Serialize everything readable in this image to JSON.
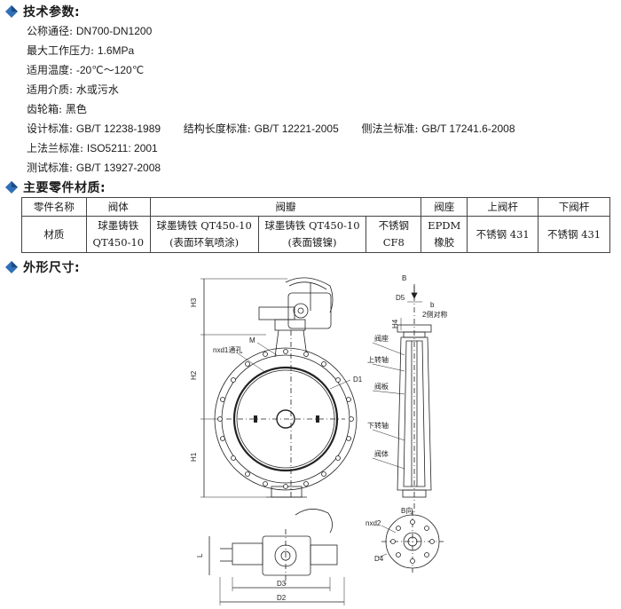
{
  "section_tech": {
    "title": "技术参数:"
  },
  "params": [
    {
      "label": "公称通径:",
      "value": "DN700-DN1200"
    },
    {
      "label": "最大工作压力:",
      "value": "1.6MPa"
    },
    {
      "label": "适用温度:",
      "value": "-20℃～120℃"
    },
    {
      "label": "适用介质:",
      "value": "水或污水"
    },
    {
      "label": "齿轮箱:",
      "value": "黑色"
    }
  ],
  "standards": {
    "design": {
      "label": "设计标准:",
      "value": "GB/T 12238-1989"
    },
    "length": {
      "label": "结构长度标准:",
      "value": "GB/T 12221-2005"
    },
    "side_flange": {
      "label": "侧法兰标准:",
      "value": "GB/T 17241.6-2008"
    },
    "top_flange": {
      "label": "上法兰标准:",
      "value": "ISO5211: 2001"
    },
    "test": {
      "label": "测试标准:",
      "value": "GB/T 13927-2008"
    }
  },
  "section_parts": {
    "title": "主要零件材质:"
  },
  "materials_table": {
    "headers": [
      "零件名称",
      "阀体",
      "阀瓣",
      "阀座",
      "上阀杆",
      "下阀杆"
    ],
    "row_label": "材质",
    "body": [
      "球墨铸铁",
      "QT450-10"
    ],
    "disc_1": [
      "球墨铸铁 QT450-10",
      "(表面环氧喷涂)"
    ],
    "disc_2": [
      "球墨铸铁 QT450-10",
      "(表面镀镍)"
    ],
    "disc_3": [
      "不锈钢",
      "CF8"
    ],
    "seat": [
      "EPDM",
      "橡胶"
    ],
    "upper_stem": "不锈钢 431",
    "lower_stem": "不锈钢 431"
  },
  "section_dims": {
    "title": "外形尺寸:"
  },
  "drawing_labels": {
    "h3": "H3",
    "h2": "H2",
    "h1": "H1",
    "m": "M",
    "holes": "nxd1通孔",
    "d1": "D1",
    "b_arrow": "B",
    "d5": "D5",
    "h4": "H4",
    "b": "b",
    "two_flats": "2侧对称",
    "seat": "阀座",
    "upper_shaft": "上转轴",
    "disc": "阀板",
    "lower_shaft": "下转轴",
    "body": "阀体",
    "b_view": "B向",
    "nxd2": "nxd2",
    "d4": "D4",
    "l": "L",
    "d3": "D3",
    "d2": "D2"
  },
  "colors": {
    "accent": "#2f6fb8",
    "accent_dark": "#1c4a86",
    "line": "#222222"
  }
}
